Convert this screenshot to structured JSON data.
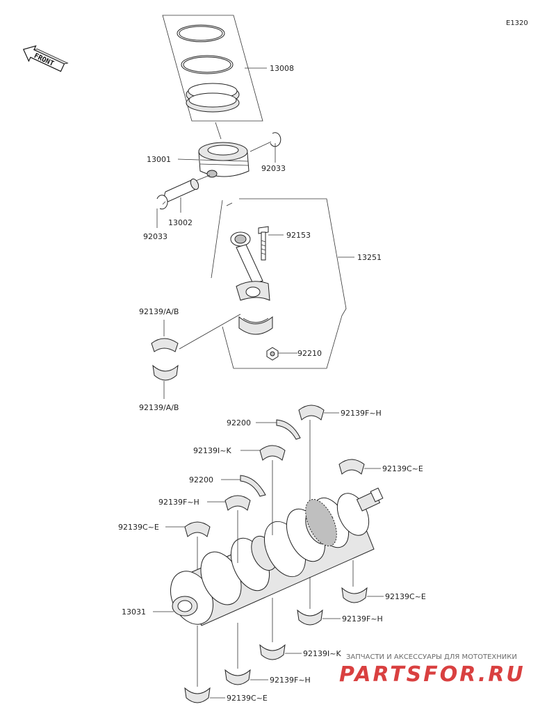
{
  "diagram_code": "E1320",
  "front_label": "FRONT",
  "parts": {
    "piston_ring_set": "13008",
    "piston": "13001",
    "snap_ring_right": "92033",
    "piston_pin": "13002",
    "snap_ring_left": "92033",
    "rod_bolt": "92153",
    "connecting_rod": "13251",
    "rod_bearing_upper": "92139/A/B",
    "rod_nut": "92210",
    "rod_bearing_lower": "92139/A/B",
    "main_bearing_top_1": "92139F~H",
    "thrust_washer_1": "92200",
    "main_bearing_top_2": "92139I~K",
    "main_bearing_top_3": "92139C~E",
    "thrust_washer_2": "92200",
    "main_bearing_top_4": "92139F~H",
    "main_bearing_top_5": "92139C~E",
    "crankshaft": "13031",
    "main_bearing_bottom_1": "92139C~E",
    "main_bearing_bottom_2": "92139F~H",
    "main_bearing_bottom_3": "92139I~K",
    "main_bearing_bottom_4": "92139F~H",
    "main_bearing_bottom_5": "92139C~E"
  },
  "watermark": {
    "tagline": "ЗАПЧАСТИ И АКСЕССУАРЫ ДЛЯ МОТОТЕХНИКИ",
    "brand": "PARTSFOR.RU"
  }
}
